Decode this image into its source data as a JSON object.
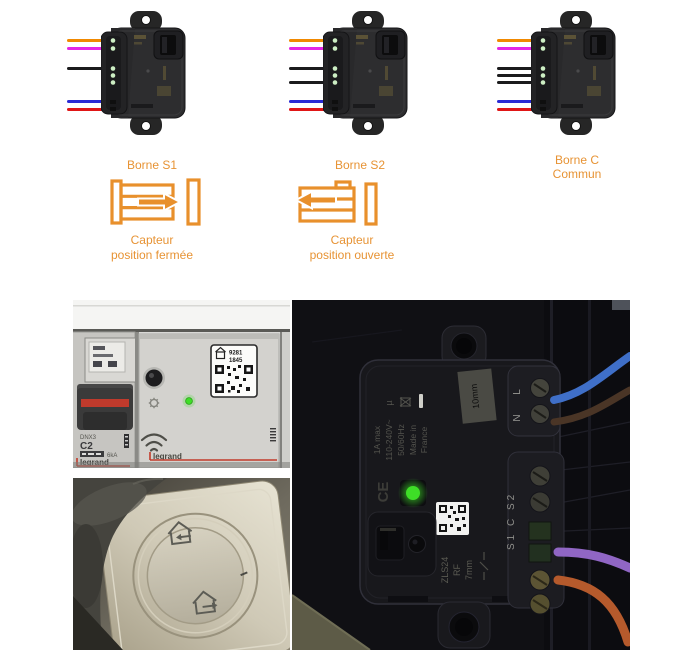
{
  "colors": {
    "accent_orange": "#e8902c",
    "label_orange": "#e79334",
    "wire_orange": "#f08900",
    "wire_magenta": "#e326e3",
    "wire_black": "#1b1b1d",
    "wire_blue": "#2b2ad4",
    "wire_red": "#e01616",
    "led_green": "#3ede27",
    "legrand_red": "#c23b2a"
  },
  "wiring_diagrams": [
    {
      "label": "Borne S1",
      "wires": [
        {
          "name": "orange",
          "color": "#f08900",
          "row": 0
        },
        {
          "name": "magenta",
          "color": "#e326e3",
          "row": 1
        },
        {
          "name": "black",
          "color": "#1b1b1d",
          "row": 2
        },
        {
          "name": "blue",
          "color": "#2b2ad4",
          "row": 5
        },
        {
          "name": "red",
          "color": "#e01616",
          "row": 6
        }
      ]
    },
    {
      "label": "Borne S2",
      "wires": [
        {
          "name": "orange",
          "color": "#f08900",
          "row": 0
        },
        {
          "name": "magenta",
          "color": "#e326e3",
          "row": 1
        },
        {
          "name": "black",
          "color": "#1b1b1d",
          "row": 2
        },
        {
          "name": "black",
          "color": "#1b1b1d",
          "row": 4
        },
        {
          "name": "blue",
          "color": "#2b2ad4",
          "row": 5
        },
        {
          "name": "red",
          "color": "#e01616",
          "row": 6
        }
      ]
    },
    {
      "label": "Borne C",
      "label2": "Commun",
      "wires": [
        {
          "name": "orange",
          "color": "#f08900",
          "row": 0
        },
        {
          "name": "magenta",
          "color": "#e326e3",
          "row": 1
        },
        {
          "name": "black",
          "color": "#1b1b1d",
          "row": 2
        },
        {
          "name": "black",
          "color": "#1b1b1d",
          "row": 3
        },
        {
          "name": "black",
          "color": "#1b1b1d",
          "row": 4
        },
        {
          "name": "blue",
          "color": "#2b2ad4",
          "row": 5
        },
        {
          "name": "red",
          "color": "#e01616",
          "row": 6
        }
      ]
    }
  ],
  "sensor_legend": [
    {
      "icon": "gate-closing-icon",
      "caption_line1": "Capteur",
      "caption_line2": "position fermée"
    },
    {
      "icon": "gate-opening-icon",
      "caption_line1": "Capteur",
      "caption_line2": "position ouverte"
    }
  ],
  "photo_din_rail": {
    "breaker_model": "DNX3",
    "breaker_rating": "C2",
    "breaker_breaking_capacity": "6kA",
    "breaker_brand": "legrand",
    "gateway_qr_line1": "9281",
    "gateway_qr_line2": "1845",
    "gateway_brand": "legrand"
  },
  "photo_wall_switch": {
    "top_button_icon": "house-arrow-in-icon",
    "bottom_button_icon": "house-arrow-out-icon"
  },
  "photo_module_closeup": {
    "current": "1A max",
    "voltage": "110-240V~",
    "micro_symbol": "µ",
    "frequency": "50/60Hz",
    "origin_line1": "Made in",
    "origin_line2": "France",
    "strip_length_top": "10mm",
    "terminal_l": "L",
    "terminal_n": "N",
    "sensor_terminals": "S1 C S2",
    "ce_mark": "CE",
    "model": "ZLS24",
    "radio": "RF",
    "strip_length_bottom": "7mm"
  }
}
